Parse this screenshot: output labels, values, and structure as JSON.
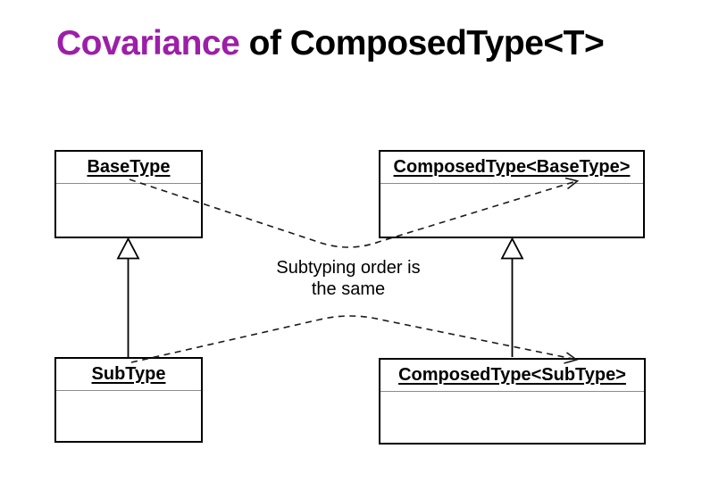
{
  "title": {
    "highlight": "Covariance",
    "rest": " of ComposedType<T>",
    "highlight_color": "#9c1fa8",
    "text_color": "#000000"
  },
  "colors": {
    "accent_purple": "#9c1fa8",
    "line_black": "#1a1a1a",
    "box_border": "#000000",
    "divider_gray": "#8c8c8c",
    "background": "#ffffff"
  },
  "diagram": {
    "classes": [
      {
        "name": "BaseType"
      },
      {
        "name": "ComposedType<BaseType>"
      },
      {
        "name": "SubType"
      },
      {
        "name": "ComposedType<SubType>"
      }
    ],
    "annotation": {
      "line1": "Subtyping order is",
      "line2": "the same"
    },
    "relations": [
      {
        "type": "inheritance-hollow-triangle-solid",
        "from": "SubType",
        "to": "BaseType"
      },
      {
        "type": "inheritance-hollow-triangle-solid",
        "from": "ComposedType<SubType>",
        "to": "ComposedType<BaseType>"
      },
      {
        "type": "mapping-dashed-open-arrow",
        "from": "BaseType",
        "to": "ComposedType<BaseType>"
      },
      {
        "type": "mapping-dashed-open-arrow",
        "from": "SubType",
        "to": "ComposedType<SubType>"
      }
    ]
  }
}
